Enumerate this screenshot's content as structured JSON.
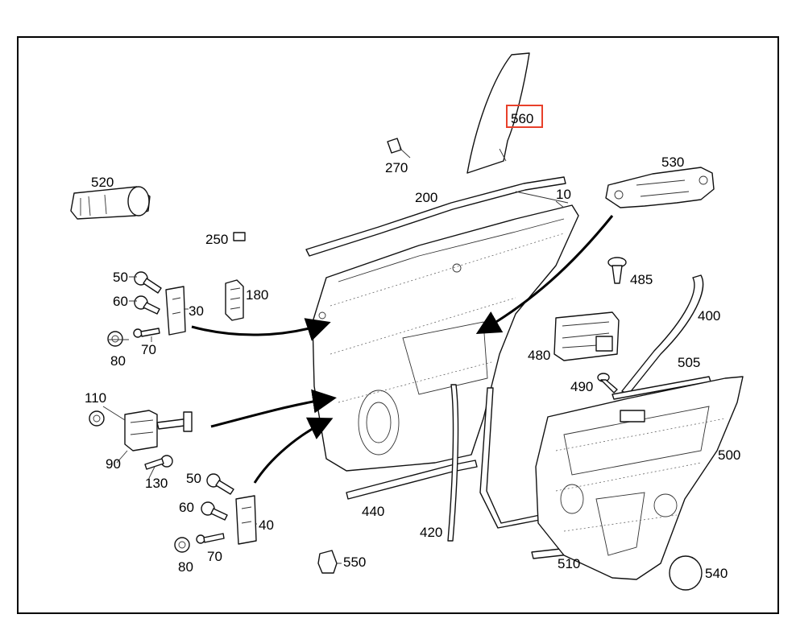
{
  "diagram": {
    "highlight_color": "#e8402a",
    "labels": {
      "p560": "560",
      "p270": "270",
      "p530": "530",
      "p520": "520",
      "p200": "200",
      "p10": "10",
      "p250": "250",
      "p485": "485",
      "p50a": "50",
      "p180": "180",
      "p60a": "60",
      "p30": "30",
      "p400": "400",
      "p70a": "70",
      "p80a": "80",
      "p480": "480",
      "p505": "505",
      "p490": "490",
      "p110": "110",
      "p500": "500",
      "p90": "90",
      "p130": "130",
      "p50b": "50",
      "p60b": "60",
      "p40": "40",
      "p440": "440",
      "p420": "420",
      "p70b": "70",
      "p80b": "80",
      "p550": "550",
      "p510": "510",
      "p540": "540"
    }
  }
}
